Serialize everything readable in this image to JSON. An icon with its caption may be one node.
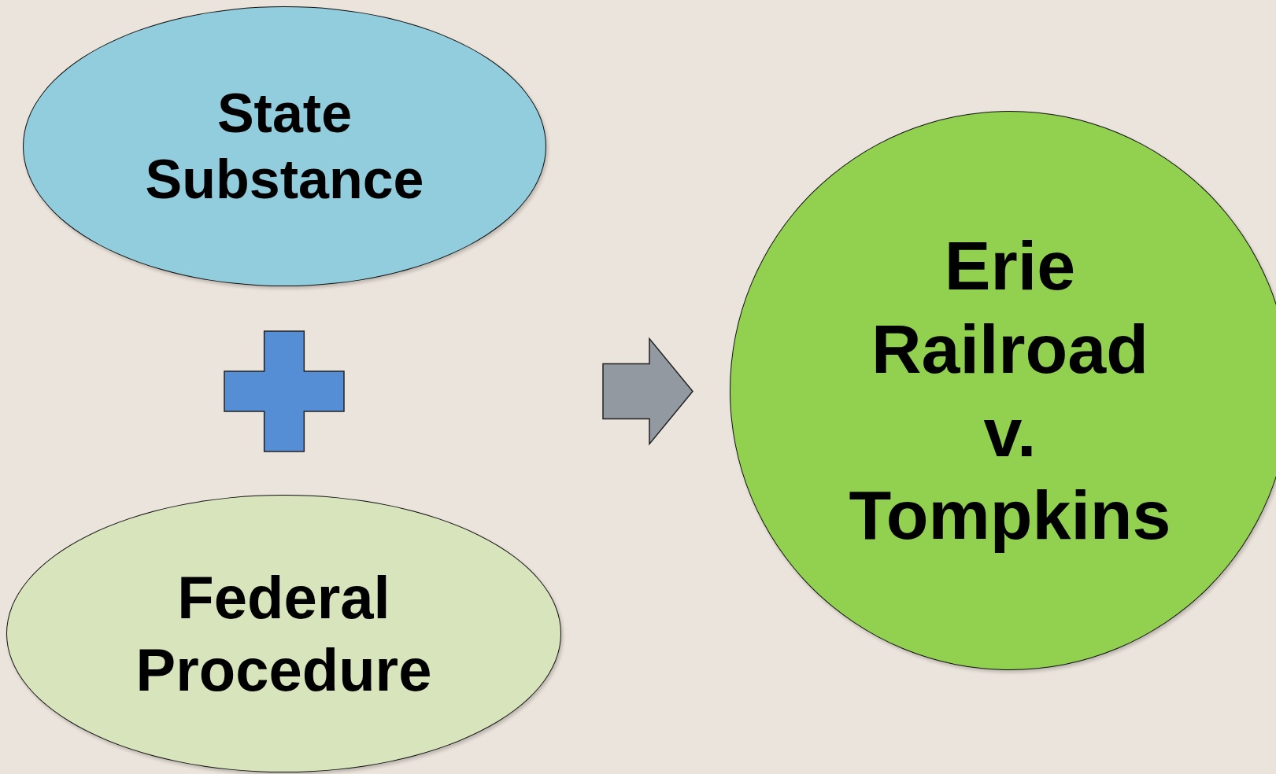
{
  "diagram": {
    "nodes": [
      {
        "text": [
          "State Substance"
        ]
      },
      {
        "text": [
          "Federal Procedure"
        ]
      },
      {
        "text": [],
        "shape": "plus"
      },
      {
        "text": [
          "Erie Railroad v. Tompkins"
        ]
      }
    ],
    "edges": [
      {
        "from": null,
        "to": 3,
        "arrow": "to"
      }
    ]
  }
}
